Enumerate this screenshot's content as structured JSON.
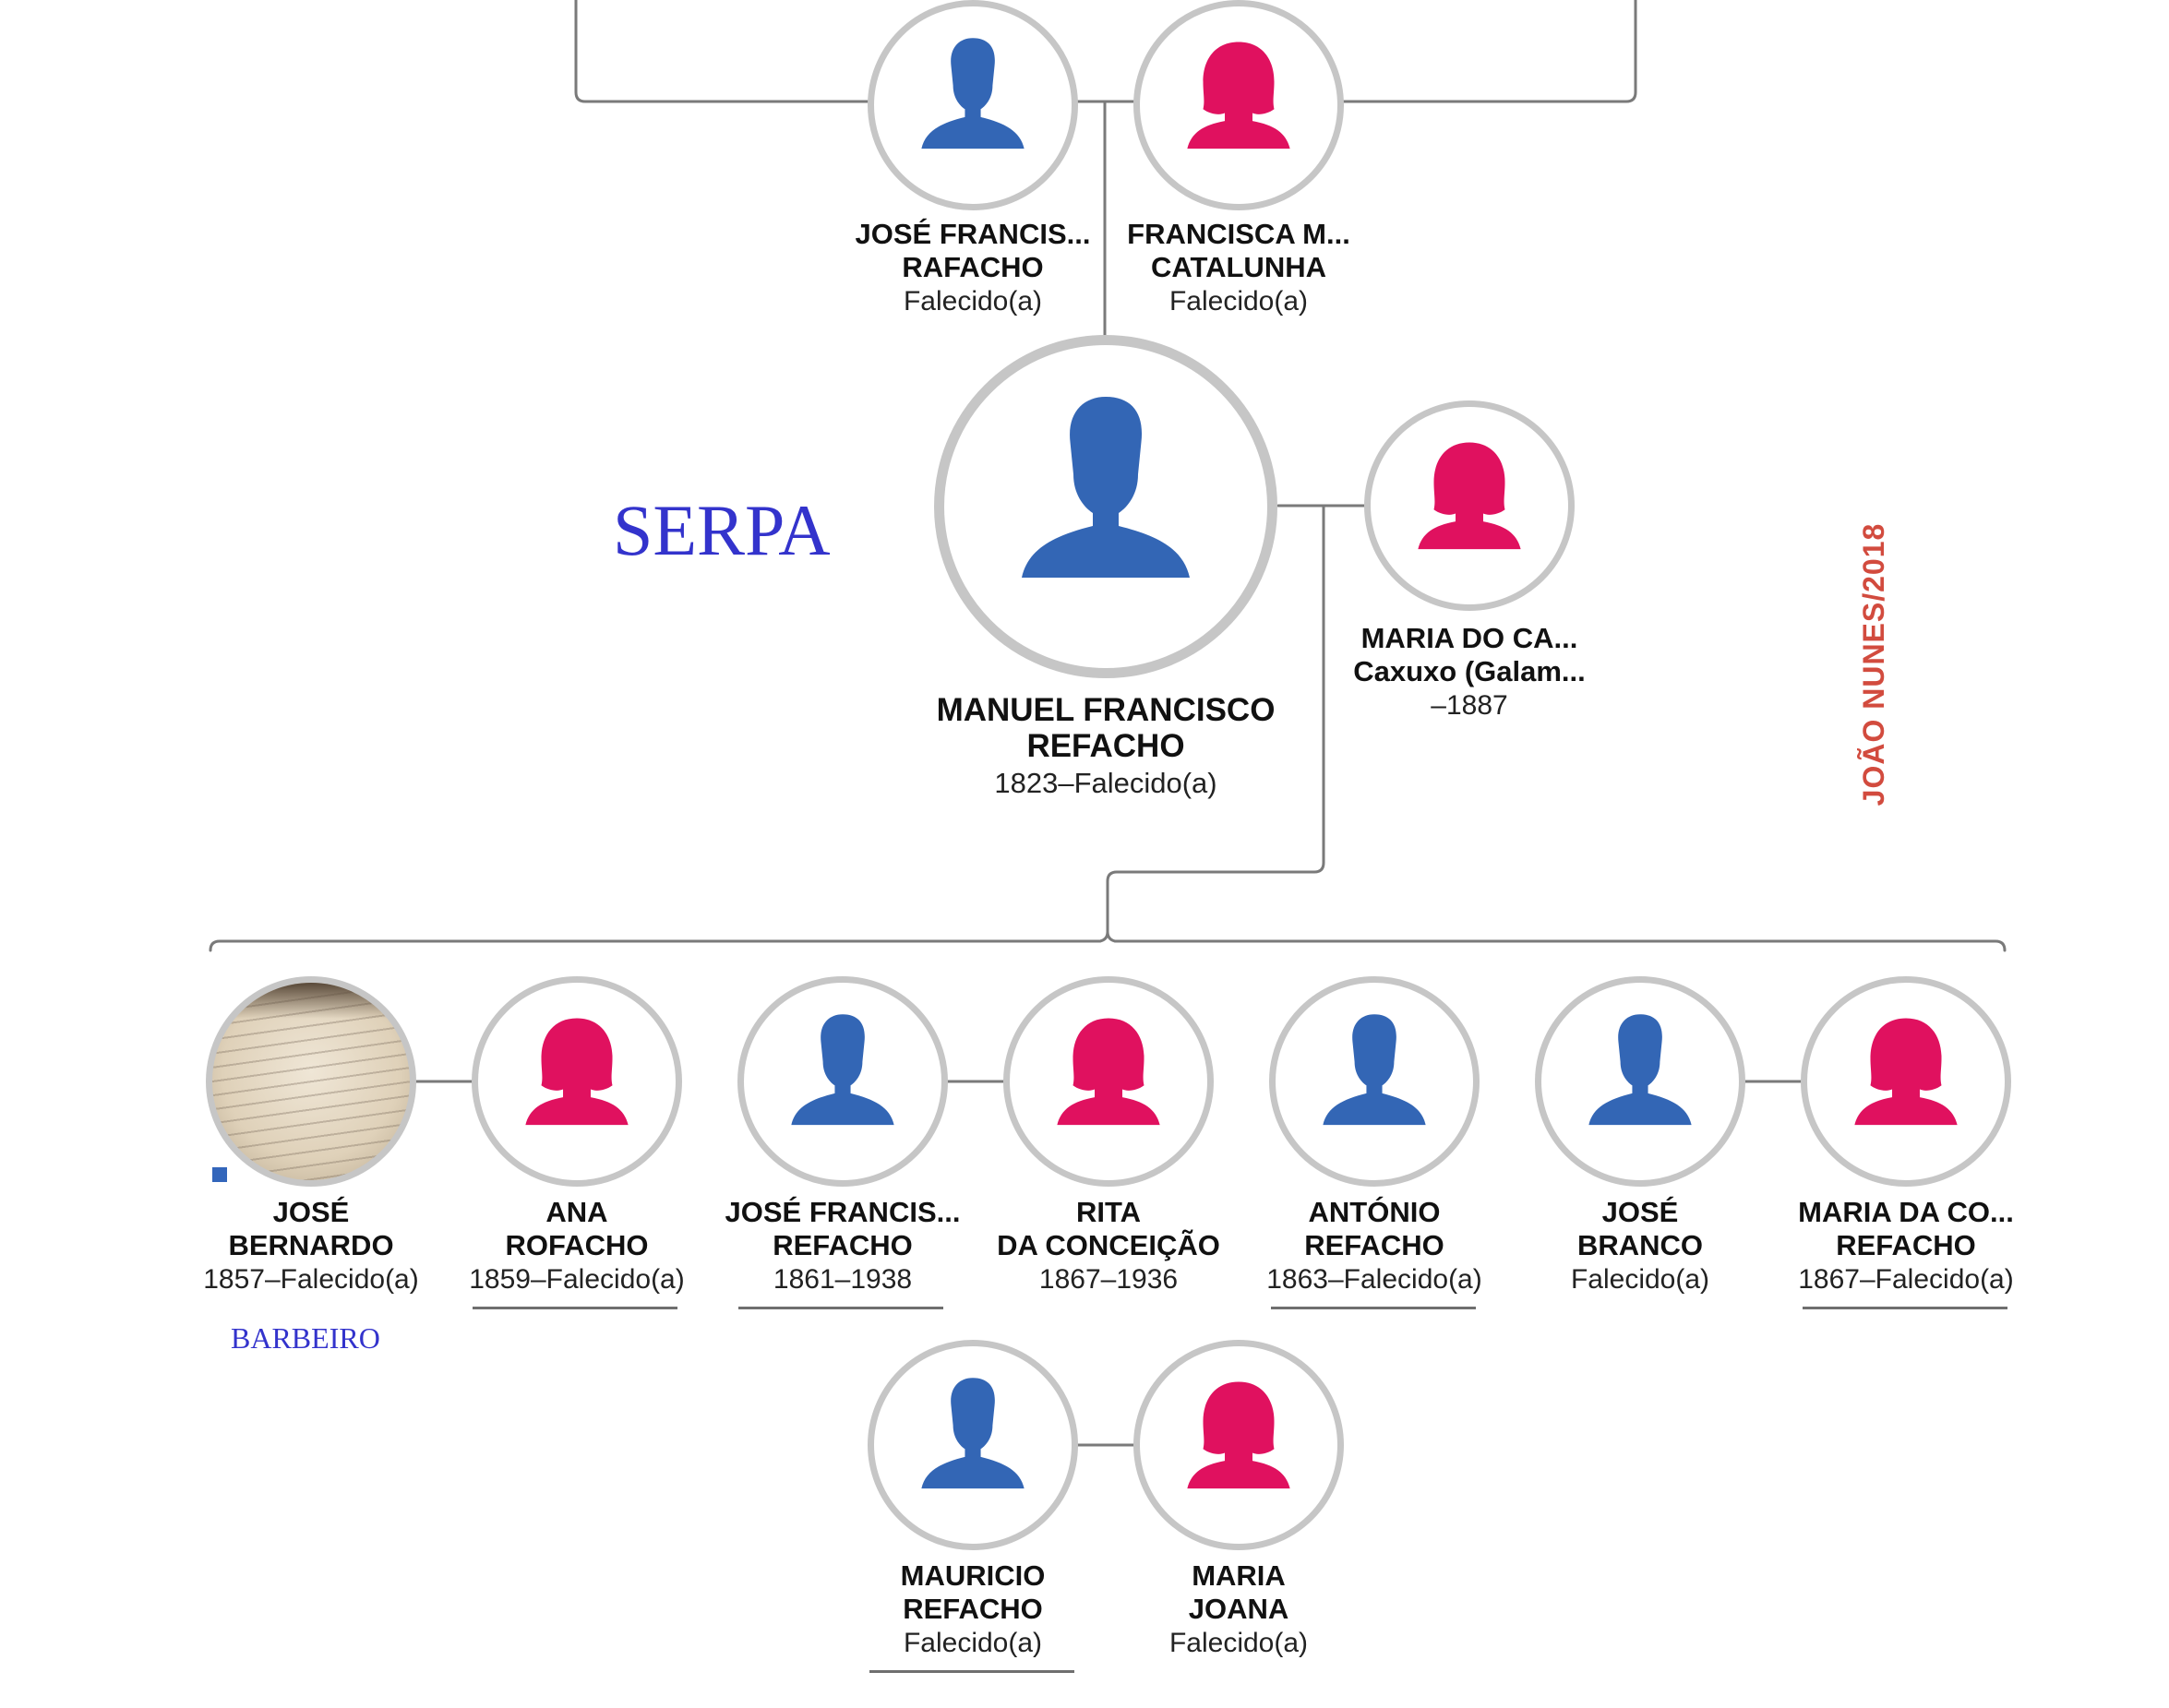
{
  "colors": {
    "male": "#3366b5",
    "female": "#e0115f",
    "ring": "#c6c6c6",
    "line": "#7a7a7a",
    "place": "#3333cc",
    "author": "#d24b3e"
  },
  "place_label": "SERPA",
  "author_credit": "JOÃO NUNES/2018",
  "people": {
    "father": {
      "name_line1": "JOSÉ FRANCIS...",
      "name_line2": "RAFACHO",
      "dates": "Falecido(a)",
      "icon": "male-silhouette-icon"
    },
    "mother": {
      "name_line1": "FRANCISCA M...",
      "name_line2": "CATALUNHA",
      "dates": "Falecido(a)",
      "icon": "female-silhouette-icon"
    },
    "focus": {
      "name_line1": "MANUEL FRANCISCO",
      "name_line2": "REFACHO",
      "dates": "1823–Falecido(a)",
      "icon": "male-silhouette-icon"
    },
    "spouse": {
      "name_line1": "MARIA DO CA...",
      "name_line2": "Caxuxo (Galam...",
      "dates": "–1887",
      "icon": "female-silhouette-icon"
    },
    "child1": {
      "name_line1": "JOSÉ",
      "name_line2": "BERNARDO",
      "dates": "1857–Falecido(a)",
      "note": "BARBEIRO",
      "icon": "document-photo"
    },
    "child1_spouse": {
      "name_line1": "ANA",
      "name_line2": "ROFACHO",
      "dates": "1859–Falecido(a)",
      "icon": "female-silhouette-icon"
    },
    "child2": {
      "name_line1": "JOSÉ FRANCIS...",
      "name_line2": "REFACHO",
      "dates": "1861–1938",
      "icon": "male-silhouette-icon"
    },
    "child2_spouse": {
      "name_line1": "RITA",
      "name_line2": "DA CONCEIÇÃO",
      "dates": "1867–1936",
      "icon": "female-silhouette-icon"
    },
    "child3": {
      "name_line1": "ANTÓNIO",
      "name_line2": "REFACHO",
      "dates": "1863–Falecido(a)",
      "icon": "male-silhouette-icon"
    },
    "child4_spouse": {
      "name_line1": "JOSÉ",
      "name_line2": "BRANCO",
      "dates": "Falecido(a)",
      "icon": "male-silhouette-icon"
    },
    "child4": {
      "name_line1": "MARIA DA CO...",
      "name_line2": "REFACHO",
      "dates": "1867–Falecido(a)",
      "icon": "female-silhouette-icon"
    },
    "child5": {
      "name_line1": "MAURICIO",
      "name_line2": "REFACHO",
      "dates": "Falecido(a)",
      "icon": "male-silhouette-icon"
    },
    "child5_spouse": {
      "name_line1": "MARIA",
      "name_line2": "JOANA",
      "dates": "Falecido(a)",
      "icon": "female-silhouette-icon"
    }
  }
}
